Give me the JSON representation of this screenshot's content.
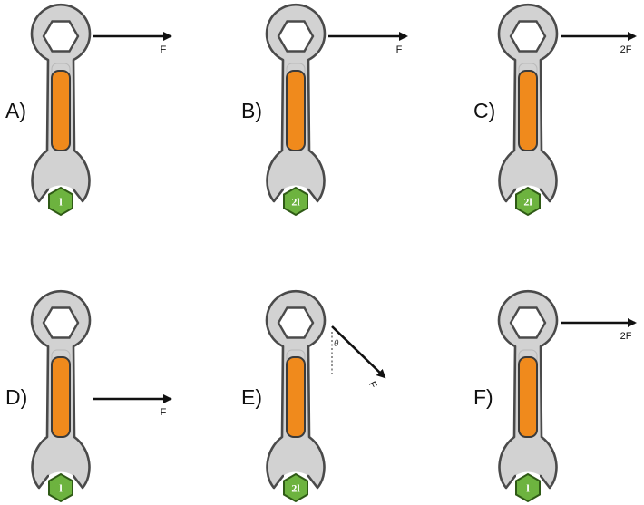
{
  "colors": {
    "handle_fill": "#d2d2d2",
    "handle_outline": "#4a4a4a",
    "slot_fill": "#f08a1c",
    "nut_fill": "#6db33f",
    "nut_outline": "#2f5a16",
    "arrow": "#111111"
  },
  "panels": [
    {
      "label": "A)",
      "nut_label": "l",
      "force_label": "F"
    },
    {
      "label": "B)",
      "nut_label": "2l",
      "force_label": "F"
    },
    {
      "label": "C)",
      "nut_label": "2l",
      "force_label": "2F"
    },
    {
      "label": "D)",
      "nut_label": "l",
      "force_label": "F"
    },
    {
      "label": "E)",
      "nut_label": "2l",
      "force_label": "F",
      "angle_label": "θ"
    },
    {
      "label": "F)",
      "nut_label": "l",
      "force_label": "2F"
    }
  ]
}
